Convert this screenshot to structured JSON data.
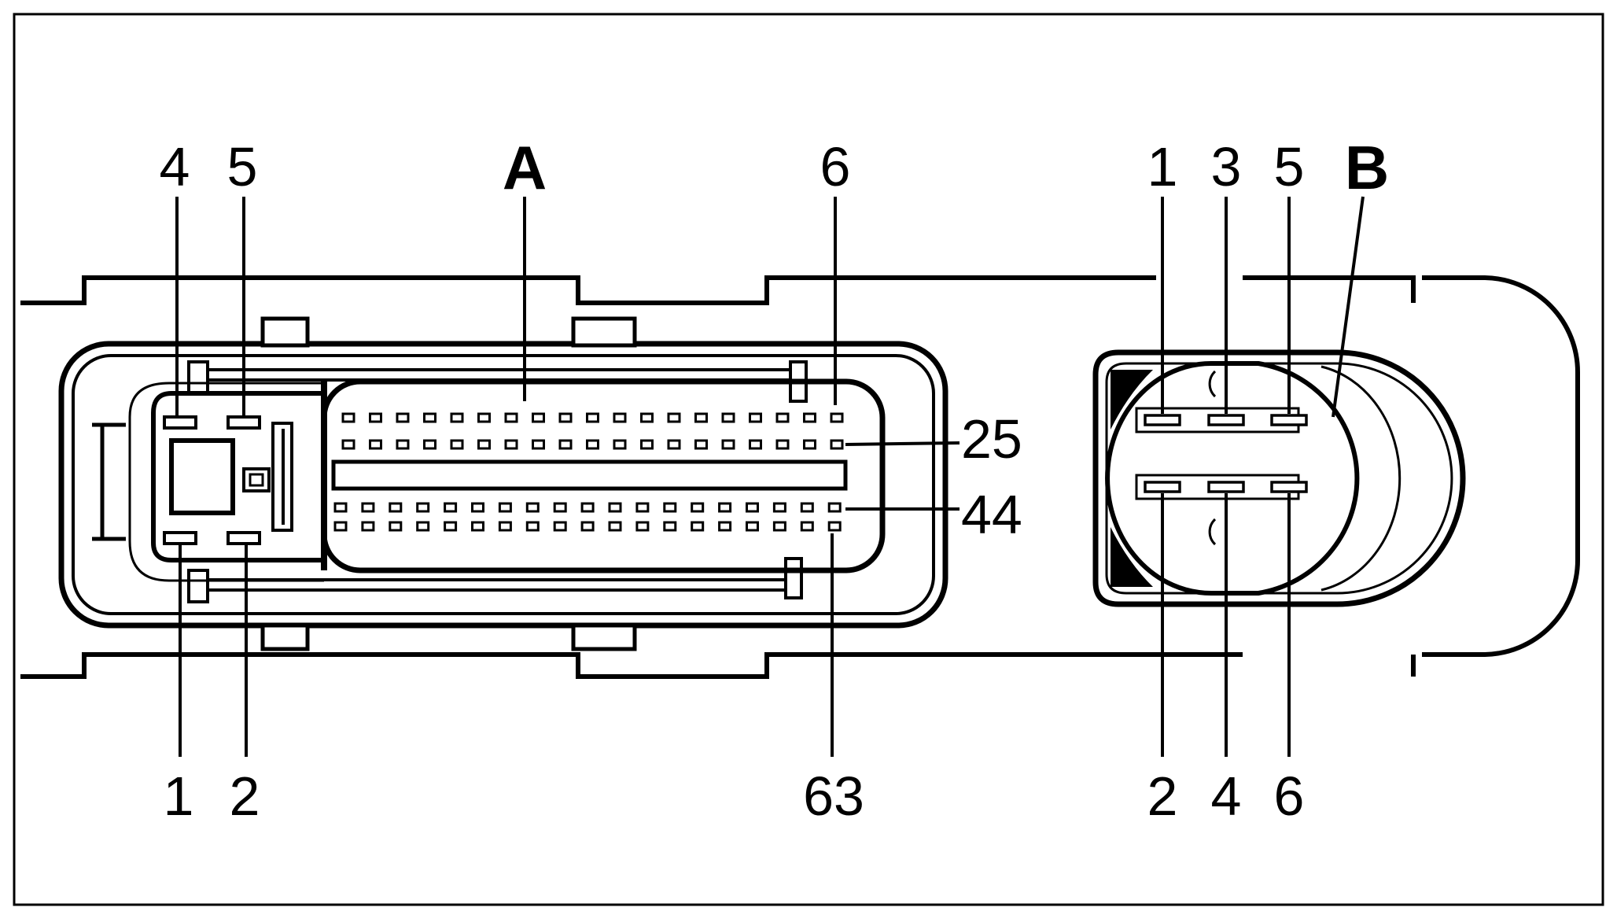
{
  "connector_a": {
    "letter": "A",
    "labels": {
      "pin_4": "4",
      "pin_5": "5",
      "pin_1": "1",
      "pin_2": "2",
      "pin_6": "6",
      "pin_25": "25",
      "pin_44": "44",
      "pin_63": "63"
    }
  },
  "connector_b": {
    "letter": "B",
    "labels": {
      "pin_1": "1",
      "pin_3": "3",
      "pin_5": "5",
      "pin_2": "2",
      "pin_4": "4",
      "pin_6": "6"
    }
  }
}
